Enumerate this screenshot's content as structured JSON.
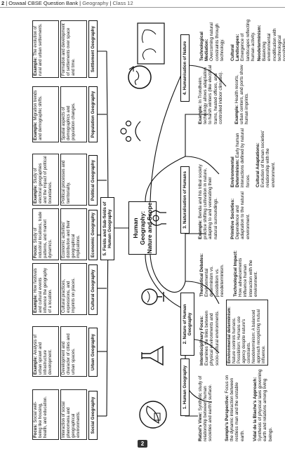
{
  "header": {
    "page_marker": "2",
    "book": "Oswaal CBSE Question Bank",
    "subject": "Geography",
    "class": "Class 12"
  },
  "page_number": "2",
  "center": {
    "title": "Human Geography: Nature and Scope"
  },
  "icons": [
    "ecology-icon",
    "chemistry-flask-icon",
    "globe-on-stand-icon",
    "head-with-gears-icon",
    "team-icon",
    "globe-with-recycle-arrows-icon",
    "world-map-icon"
  ],
  "branches": {
    "human_geography": {
      "label": "1. Human Geography",
      "ratzel": {
        "bold": "Ratzel's View:",
        "text": " Synthetic study of relationship between human societies and earth's surface."
      },
      "semple": {
        "bold": "Semple's Perspective:",
        "text": " Focus on the dynamic interaction between restless man and the unstable earth."
      },
      "vidal": {
        "bold": "Vidal de la Blache's Approach:",
        "text": " Synthesis of physical laws governing earth and relations among living beings."
      }
    },
    "nature": {
      "label": "2. Nature of Human Geography",
      "interdisciplinary": {
        "bold": "Interdisciplinary Focus:",
        "text": " Examines the links between physical environments and socio-cultural environments."
      },
      "determinism_box": {
        "title": "Environmental determinism:",
        "text1": " Nature controls humans.",
        "possibilism": "Possibilism: Humans use agency despite nature's constraints.",
        "neo": "Neodeterminism: A balanced approach recognizing mutual influence."
      },
      "theoretical": {
        "bold": "Theoretical Debates:",
        "text": " Environmental determinism vs. possibilism vs. neodeterminism."
      },
      "technological": {
        "bold": "Technological Impact:",
        "text": " How advancements influence human interaction with the environment."
      }
    },
    "naturalisation": {
      "label": "3. Naturalisation of Humans",
      "example": {
        "bold": "Example:",
        "text": " Benda and his tribal society practice shifting cultivation in nature, adapting to and venerating their natural surroundings."
      },
      "primitive": {
        "bold": "Primitive Societies:",
        "text": " Dependence and adaptation to the natural environment."
      },
      "env_det": {
        "bold": "Environmental Determinism:",
        "text": " Early human interactions defined by natural forces."
      },
      "cultural_adapt": {
        "bold": "Cultural Adaptations:",
        "text": " Evolution of human societies' relationship with the environment."
      }
    },
    "humanisation": {
      "label": "4. Humanisation of Nature",
      "example": {
        "bold": "Example:",
        "text": " In Trondheim, technology allows adaptation to harsh winters (like electrical trams, heated offices, and controlled indoor climates)."
      },
      "technological": {
        "bold": "Technological Mediation:",
        "text": " Overcoming natural constraints through technology."
      },
      "example2": {
        "bold": "Example:",
        "text": " Health resorts, urban centers, and ports show human imprints."
      },
      "cultural_land": {
        "bold": "Cultural Landscapes:",
        "text": " Emergence of landscapes reflecting human activity."
      },
      "neodet": {
        "bold": "Neodeterminism:",
        "text": " Balancing environmental modification with technological possibilities."
      }
    },
    "fields": {
      "label": "5. Fields and Sub-fields of Human Geography",
      "columns": [
        {
          "label": "Social Geography",
          "boxes": [
            {
              "bold": "",
              "text": "Interaction of social phenomena and geographical environments."
            },
            {
              "bold": "Focus:",
              "text": " Social well-being like housing, health, and education."
            }
          ]
        },
        {
          "label": "Urban Geography",
          "boxes": [
            {
              "bold": "",
              "text": "Development and character of cities and urban spaces."
            },
            {
              "bold": "Example:",
              "text": " Analysis of urban sprawl and infrastructure development."
            }
          ]
        },
        {
          "label": "Cultural Geography",
          "boxes": [
            {
              "bold": "",
              "text": "Cultural practices, expressions, and imprints on places."
            },
            {
              "bold": "Example:",
              "text": " How festivals and cultural events influence the geography of a location."
            }
          ]
        },
        {
          "label": "Economic Geography",
          "boxes": [
            {
              "bold": "",
              "text": "Economic activities' distribution and their geographical implications."
            },
            {
              "bold": "Focus:",
              "text": " Study of industrial locations, trade patterns, and market dynamics."
            }
          ]
        },
        {
          "label": "Political Geography",
          "boxes": [
            {
              "bold": "",
              "text": "Political processes and territoriality."
            },
            {
              "bold": "Example:",
              "text": " Study of electoral geographies and the impact of political boundaries."
            }
          ]
        },
        {
          "label": "Population Geography",
          "boxes": [
            {
              "bold": "",
              "text": "Spatial aspects of demographics and population changes."
            },
            {
              "bold": "Example:",
              "text": " Migration trends and demographic shifts."
            }
          ]
        },
        {
          "label": "Settlement Geography",
          "boxes": [
            {
              "bold": "",
              "text": "Formation and development of settlements over space and time."
            },
            {
              "bold": "Example:",
              "text": " The evolution of rural and urban settlements."
            }
          ]
        }
      ]
    }
  }
}
